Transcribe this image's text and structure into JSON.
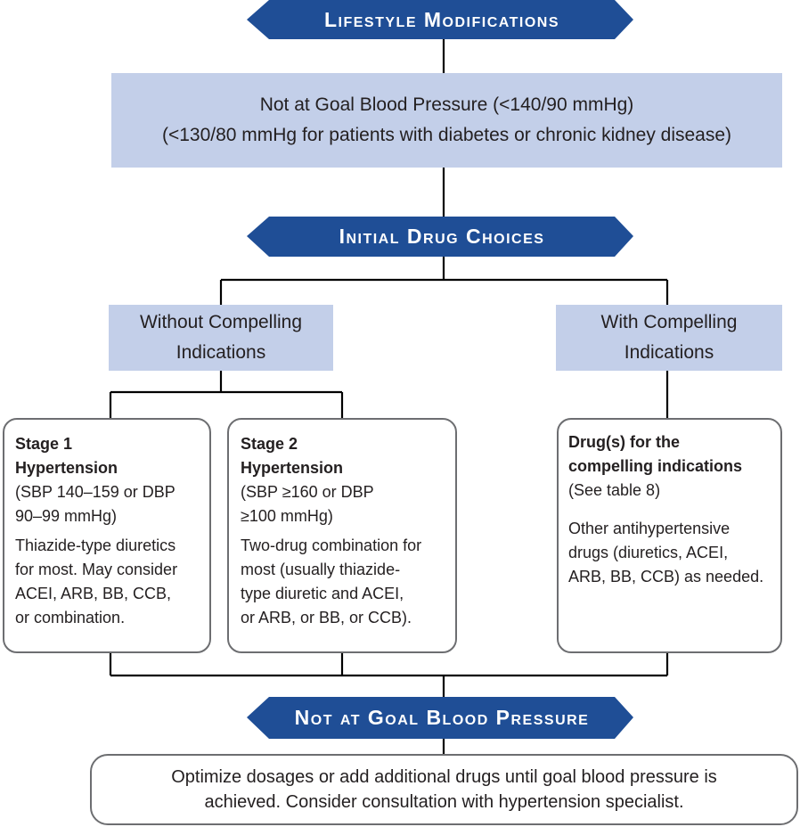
{
  "banners": {
    "lifestyle": "Lifestyle Modifications",
    "initial": "Initial Drug Choices",
    "not_goal": "Not at Goal Blood Pressure"
  },
  "goal_box": {
    "line1": "Not at Goal Blood Pressure (<140/90 mmHg)",
    "line2": "(<130/80 mmHg for patients with diabetes or chronic kidney disease)"
  },
  "without": {
    "line1": "Without Compelling",
    "line2": "Indications"
  },
  "with": {
    "line1": "With Compelling",
    "line2": "Indications"
  },
  "stage1": {
    "title1": "Stage 1",
    "title2": "Hypertension",
    "range1": "(SBP 140–159 or DBP",
    "range2": "90–99 mmHg)",
    "body": [
      "Thiazide-type diuretics",
      "for most. May consider",
      "ACEI, ARB, BB, CCB,",
      "or combination."
    ]
  },
  "stage2": {
    "title1": "Stage 2",
    "title2": "Hypertension",
    "range1": "(SBP ≥160 or DBP",
    "range2": "≥100 mmHg)",
    "body": [
      "Two-drug combination for",
      "most (usually thiazide-",
      "type diuretic and ACEI,",
      "or ARB, or BB, or CCB)."
    ]
  },
  "compelling": {
    "title1": "Drug(s) for the",
    "title2": "compelling indications",
    "ref": "(See table 8)",
    "body": [
      "Other antihypertensive",
      "drugs (diuretics, ACEI,",
      "ARB, BB, CCB) as needed."
    ]
  },
  "final": {
    "line1": "Optimize dosages or add additional drugs until goal blood pressure is",
    "line2": "achieved. Consider consultation with hypertension specialist."
  },
  "colors": {
    "banner": "#1f4e96",
    "light_box": "#c3cfe9",
    "line": "#000000",
    "border": "#6d6e71"
  }
}
